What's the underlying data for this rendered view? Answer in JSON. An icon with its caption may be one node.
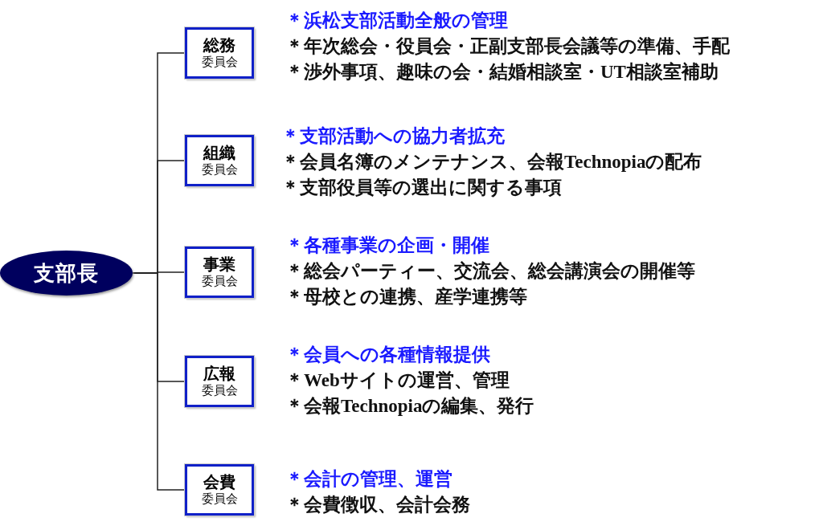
{
  "diagram": {
    "nodes": [
      {
        "text": [
          "支部長"
        ]
      },
      {
        "text": [
          "総務",
          "委員会"
        ],
        "beside": [
          "＊浜松支部活動全般の管理",
          "＊年次総会・役員会・正副支部長会議等の準備、手配",
          "＊渉外事項、趣味の会・結婚相談室・UT相談室補助"
        ]
      },
      {
        "text": [
          "組織",
          "委員会"
        ],
        "beside": [
          "＊支部活動への協力者拡充",
          "＊会員名簿のメンテナンス、会報Technopiaの配布",
          "＊支部役員等の選出に関する事項"
        ]
      },
      {
        "text": [
          "事業",
          "委員会"
        ],
        "beside": [
          "＊各種事業の企画・開催",
          "＊総会パーティー、交流会、総会講演会の開催等",
          "＊母校との連携、産学連携等"
        ]
      },
      {
        "text": [
          "広報",
          "委員会"
        ],
        "beside": [
          "＊会員への各種情報提供",
          "＊Webサイトの運営、管理",
          "＊会報Technopiaの編集、発行"
        ]
      },
      {
        "text": [
          "会費",
          "委員会"
        ],
        "beside": [
          "＊会計の管理、運営",
          "＊会費徴収、会計会務"
        ]
      }
    ],
    "edges": [
      {
        "from": 0,
        "to": 1,
        "arrow": "none"
      },
      {
        "from": 0,
        "to": 2,
        "arrow": "none"
      },
      {
        "from": 0,
        "to": 3,
        "arrow": "none"
      },
      {
        "from": 0,
        "to": 4,
        "arrow": "none"
      },
      {
        "from": 0,
        "to": 5,
        "arrow": "none"
      }
    ]
  }
}
